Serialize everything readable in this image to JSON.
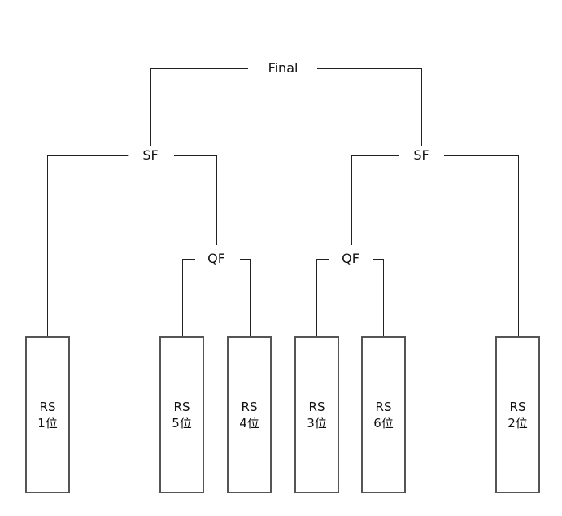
{
  "rounds": {
    "final": "Final",
    "sf_left": "SF",
    "sf_right": "SF",
    "qf_left": "QF",
    "qf_right": "QF"
  },
  "seeds": [
    {
      "line1": "RS",
      "line2": "1位"
    },
    {
      "line1": "RS",
      "line2": "5位"
    },
    {
      "line1": "RS",
      "line2": "4位"
    },
    {
      "line1": "RS",
      "line2": "3位"
    },
    {
      "line1": "RS",
      "line2": "6位"
    },
    {
      "line1": "RS",
      "line2": "2位"
    }
  ]
}
